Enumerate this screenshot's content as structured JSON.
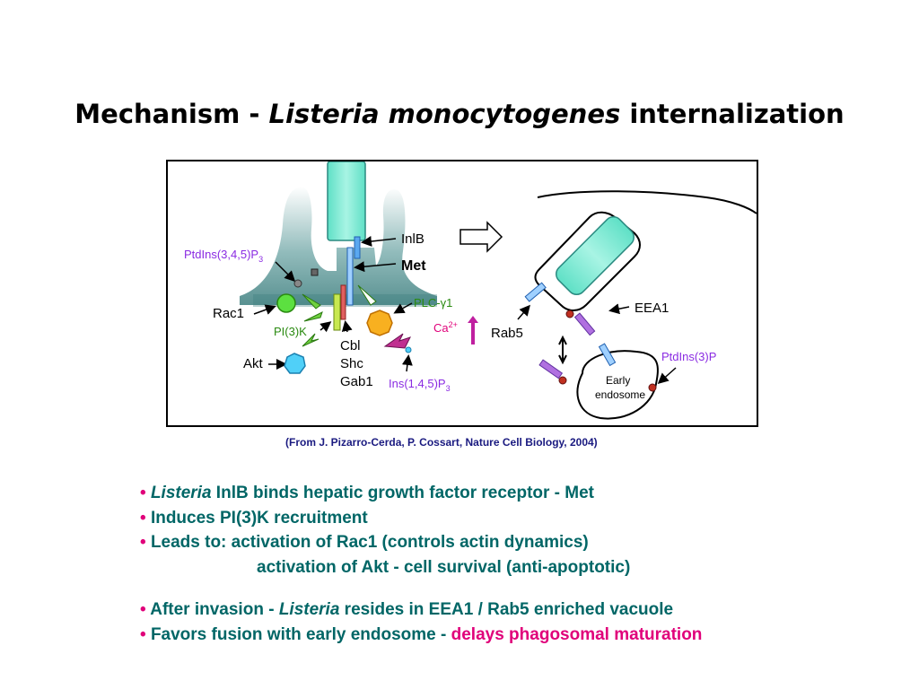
{
  "title": {
    "part1": "Mechanism - ",
    "italic": "Listeria monocytogenes",
    "part2": " internalization"
  },
  "figure": {
    "labels": {
      "inlb": "InlB",
      "met": "Met",
      "ptdins345p3": "PtdIns(3,4,5)P",
      "sub3": "3",
      "rac1": "Rac1",
      "pi3k": "PI(3)K",
      "akt": "Akt",
      "plc": "PLC-",
      "gamma": "γ",
      "plc_sub": "1",
      "ca": "Ca",
      "ca_sup": "2+",
      "cbl": "Cbl",
      "shc": "Shc",
      "gab1": "Gab1",
      "ins145p3": "Ins(1,4,5)P",
      "eea1": "EEA1",
      "rab5": "Rab5",
      "ptdins3p": "PtdIns(3)P",
      "early": "Early",
      "endosome": "endosome"
    }
  },
  "citation": "(From J. Pizarro-Cerda, P. Cossart, Nature Cell Biology, 2004)",
  "bullets_group1": {
    "dot": "•",
    "b1_italic": "Listeria",
    "b1_rest": " InlB binds hepatic growth factor receptor - Met",
    "b2": "Induces PI(3)K recruitment",
    "b3": "Leads to: activation of Rac1 (controls actin dynamics)",
    "b3_cont": "activation of Akt - cell survival (anti-apoptotic)"
  },
  "bullets_group2": {
    "dot": "•",
    "b1_pre": "After invasion - ",
    "b1_italic": "Listeria",
    "b1_rest": " resides in EEA1 / Rab5 enriched vacuole",
    "b2_pre": "Favors fusion with early endosome - ",
    "b2_pink": "delays phagosomal maturation"
  }
}
